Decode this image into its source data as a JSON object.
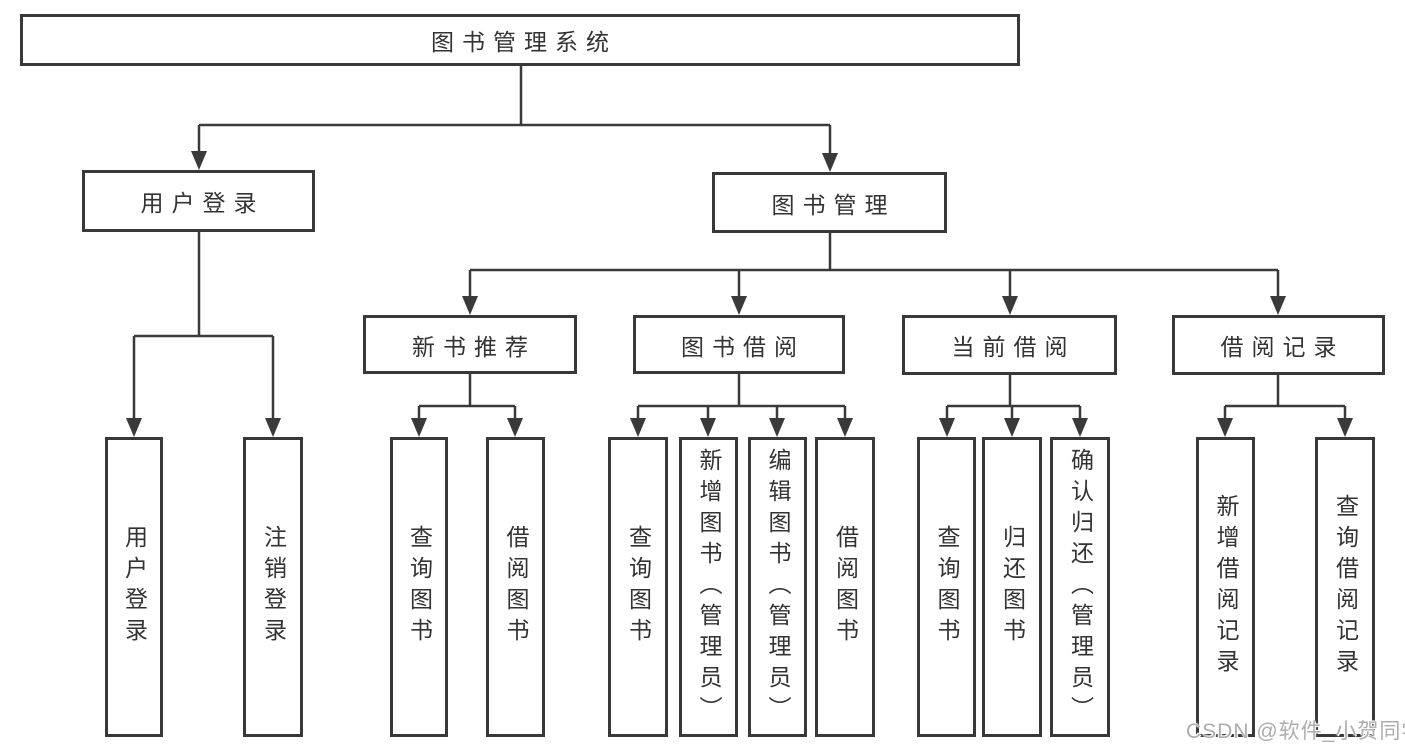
{
  "diagram": {
    "root": {
      "label": "图书管理系统"
    },
    "level2": [
      {
        "label": "用户登录"
      },
      {
        "label": "图书管理"
      }
    ],
    "level3": [
      {
        "label": "新书推荐",
        "parent": "图书管理"
      },
      {
        "label": "图书借阅",
        "parent": "图书管理"
      },
      {
        "label": "当前借阅",
        "parent": "图书管理"
      },
      {
        "label": "借阅记录",
        "parent": "图书管理"
      }
    ],
    "leaves": [
      {
        "label": "用户登录",
        "parent": "用户登录"
      },
      {
        "label": "注销登录",
        "parent": "用户登录"
      },
      {
        "label": "查询图书",
        "parent": "新书推荐"
      },
      {
        "label": "借阅图书",
        "parent": "新书推荐"
      },
      {
        "label": "查询图书",
        "parent": "图书借阅"
      },
      {
        "label": "新增图书（管理员）",
        "parent": "图书借阅"
      },
      {
        "label": "编辑图书（管理员）",
        "parent": "图书借阅"
      },
      {
        "label": "借阅图书",
        "parent": "图书借阅"
      },
      {
        "label": "查询图书",
        "parent": "当前借阅"
      },
      {
        "label": "归还图书",
        "parent": "当前借阅"
      },
      {
        "label": "确认归还（管理员）",
        "parent": "当前借阅"
      },
      {
        "label": "新增借阅记录",
        "parent": "借阅记录"
      },
      {
        "label": "查询借阅记录",
        "parent": "借阅记录"
      }
    ]
  },
  "watermark": {
    "text": "CSDN @软件_小贺同学"
  },
  "colors": {
    "background": "#ffffff",
    "box_border": "#383838",
    "line": "#3a3a3a",
    "text": "#333333",
    "watermark": "#adadad"
  }
}
